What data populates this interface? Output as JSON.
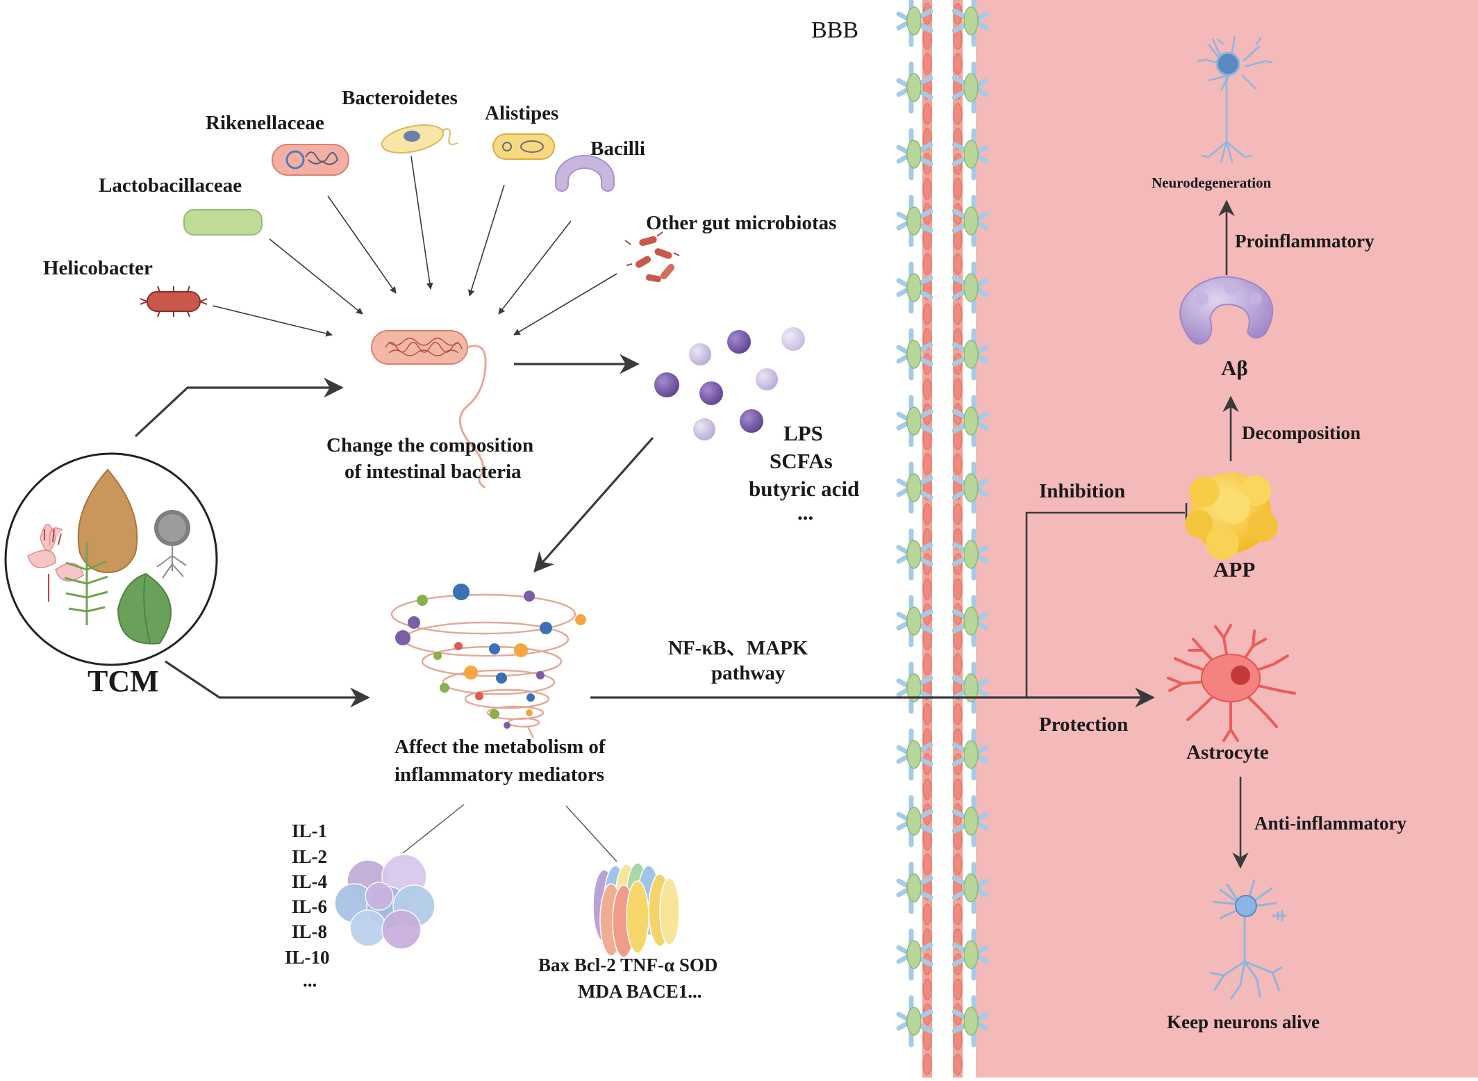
{
  "labels": {
    "bbb": "BBB",
    "helicobacter": "Helicobacter",
    "lactobacillaceae": "Lactobacillaceae",
    "rikenellaceae": "Rikenellaceae",
    "bacteroidetes": "Bacteroidetes",
    "alistipes": "Alistipes",
    "bacilli": "Bacilli",
    "other": "Other gut microbiotas",
    "change_line1": "Change the composition",
    "change_line2": "of intestinal bacteria",
    "metabolites": [
      "LPS",
      "SCFAs",
      "butyric acid",
      "..."
    ],
    "tcm": "TCM",
    "affect_line1": "Affect the metabolism of",
    "affect_line2": "inflammatory mediators",
    "interleukins": [
      "IL-1",
      "IL-2",
      "IL-4",
      "IL-6",
      "IL-8",
      "IL-10",
      "..."
    ],
    "markers_line1": "Bax  Bcl-2  TNF-α  SOD",
    "markers_line2": "MDA  BACE1...",
    "pathway_line1": "NF-κB、MAPK",
    "pathway_line2": "pathway",
    "neurodegeneration": "Neurodegeneration",
    "proinflammatory": "Proinflammatory",
    "abeta": "Aβ",
    "decomposition": "Decomposition",
    "inhibition": "Inhibition",
    "app": "APP",
    "protection": "Protection",
    "astrocyte": "Astrocyte",
    "anti_inflammatory": "Anti-inflammatory",
    "keep_alive": "Keep neurons alive"
  },
  "colors": {
    "brain_bg": "#f4b9b9",
    "arrow": "#3a3a3a",
    "metabolite_dark": "#7b5ea8",
    "metabolite_light": "#c9bfe0",
    "abeta": "#b9a3d6",
    "app": "#f6c93a",
    "astrocyte": "#ee5b5b",
    "neuron": "#8eb6dd"
  }
}
